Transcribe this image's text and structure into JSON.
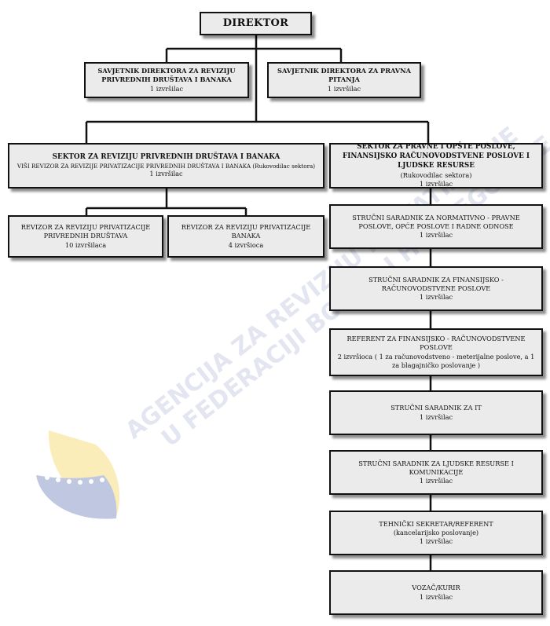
{
  "director": {
    "title": "DIREKTOR"
  },
  "advisor_audit": {
    "title": "SAVJETNIK DIREKTORA ZA REVIZIJU PRIVREDNIH DRUŠTAVA I BANAKA",
    "staff": "1 izvršilac"
  },
  "advisor_legal": {
    "title": "SAVJETNIK DIREKTORA ZA PRAVNA PITANJA",
    "staff": "1 izvršilac"
  },
  "sector_audit": {
    "title": "SEKTOR  ZA REVIZIJU PRIVREDNIH DRUŠTAVA I BANAKA",
    "subtitle": "VIŠI REVIZOR ZA REVIZIJE PRIVATIZACIJE PRIVREDNIH DRUŠTAVA I BANAKA (Rukovodilac sektora)",
    "staff": "1 izvršilac"
  },
  "auditor_companies": {
    "title": "REVIZOR ZA REVIZIJU PRIVATIZACIJE PRIVREDNIH DRUŠTAVA",
    "staff": "10 izvršilaca"
  },
  "auditor_banks": {
    "title": "REVIZOR ZA REVIZIJU PRIVATIZACIJE BANAKA",
    "staff": "4 izvršioca"
  },
  "sector_legal": {
    "title": "SEKTOR ZA PRAVNE I OPŠTE POSLOVE, FINANSIJSKO RAČUNOVODSTVENE POSLOVE I LJUDSKE RESURSE",
    "subtitle": "(Rukovodilac sektora)",
    "staff": "1 izvršilac"
  },
  "legal_units": [
    {
      "title": "STRUČNI SARADNIK ZA NORMATIVNO - PRAVNE POSLOVE, OPĆE POSLOVE I RADNE ODNOSE",
      "note": "",
      "staff": "1 izvršilac"
    },
    {
      "title": "STRUČNI SARADNIK ZA FINANSIJSKO - RAČUNOVODSTVENE POSLOVE",
      "note": "",
      "staff": "1 izvršilac"
    },
    {
      "title": "REFERENT ZA FINANSIJSKO - RAČUNOVODSTVENE POSLOVE",
      "note": "",
      "staff": "2 izvršioca ( 1 za računovodstveno - meterijalne poslove, a 1 za blagajničko poslovanje )"
    },
    {
      "title": "STRUČNI SARADNIK ZA IT",
      "note": "",
      "staff": "1 izvršilac"
    },
    {
      "title": "STRUČNI SARADNIK ZA LJUDSKE RESURSE I KOMUNIKACIJE",
      "note": "",
      "staff": "1 izvršilac"
    },
    {
      "title": "TEHNIČKI SEKRETAR/REFERENT",
      "note": "(kancelarijsko poslovanje)",
      "staff": "1 izvršilac"
    },
    {
      "title": "VOZAČ/KURIR",
      "note": "",
      "staff": "1 izvršilac"
    }
  ],
  "watermark": {
    "text_line1": "AGENCIJA ZA REVIZIJU PRIVATIZACIJE",
    "text_line2": "U FEDERACIJI BOSNE I HERCEGOVINE",
    "colors": {
      "blue": "#1f3a93",
      "yellow": "#f4c20d"
    },
    "icon": "bih-coat-of-arms-emblem"
  }
}
